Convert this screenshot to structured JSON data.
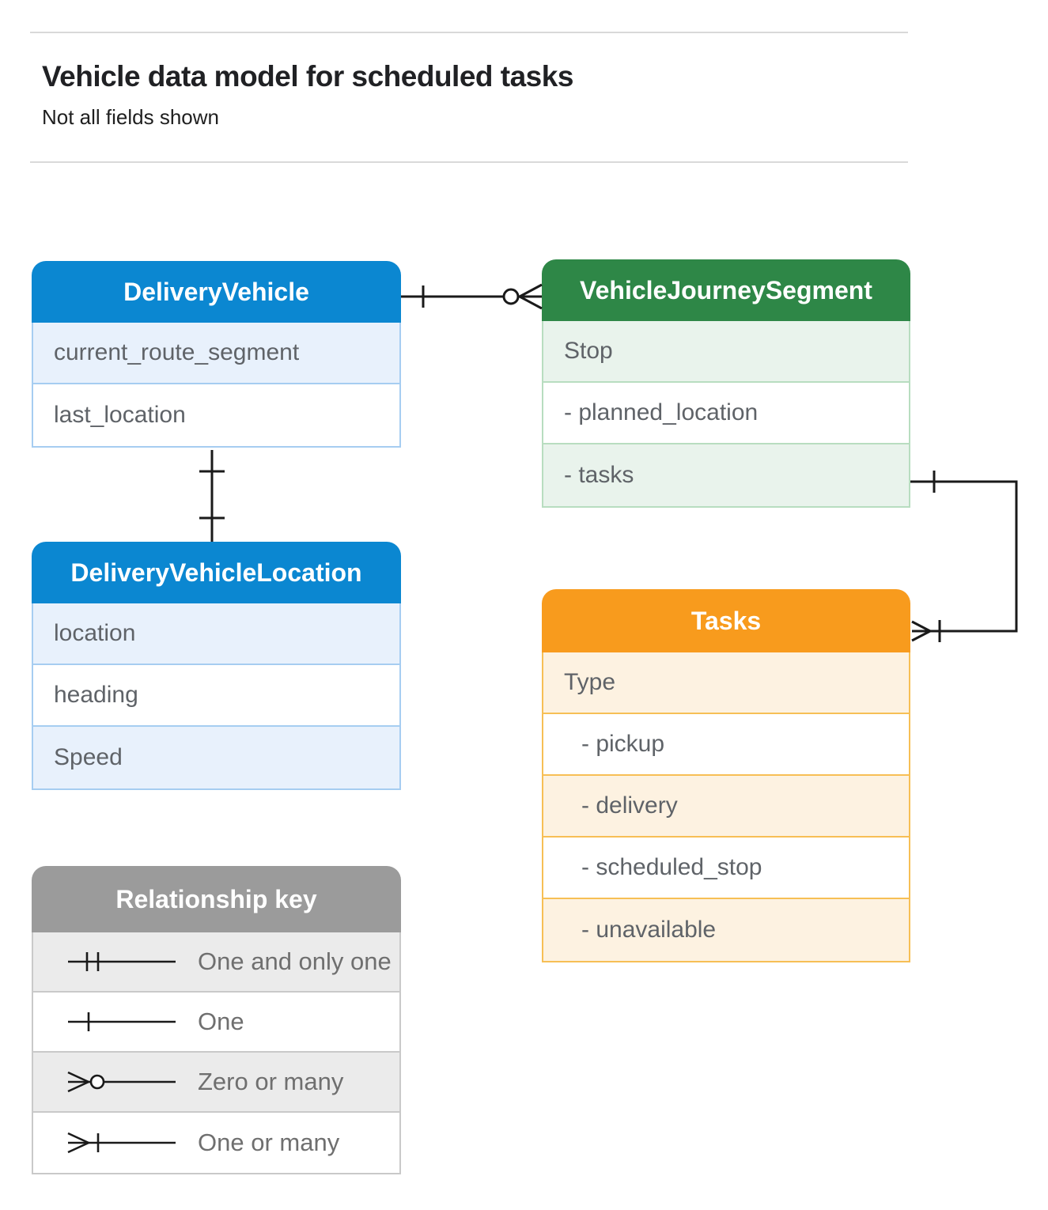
{
  "header": {
    "title": "Vehicle data model for scheduled tasks",
    "subtitle": "Not all fields shown"
  },
  "entities": [
    {
      "title": "DeliveryVehicle",
      "fields": [
        "current_route_segment",
        "last_location"
      ]
    },
    {
      "title": "VehicleJourneySegment",
      "fields": [
        "Stop",
        "- planned_location",
        "- tasks"
      ]
    },
    {
      "title": "DeliveryVehicleLocation",
      "fields": [
        "location",
        "heading",
        "Speed"
      ]
    },
    {
      "title": "Tasks",
      "fields": [
        "Type",
        "- pickup",
        "- delivery",
        "- scheduled_stop",
        "- unavailable"
      ]
    }
  ],
  "legend": {
    "title": "Relationship key",
    "items": [
      {
        "symbol": "one-and-only-one",
        "label": "One and only one"
      },
      {
        "symbol": "one",
        "label": "One"
      },
      {
        "symbol": "zero-or-many",
        "label": "Zero or many"
      },
      {
        "symbol": "one-or-many",
        "label": "One or many"
      }
    ]
  },
  "relationships": [
    {
      "from": "DeliveryVehicle",
      "to": "VehicleJourneySegment",
      "from_end": "one",
      "to_end": "zero-or-many"
    },
    {
      "from": "DeliveryVehicle",
      "to": "DeliveryVehicleLocation",
      "from_end": "one",
      "to_end": "one"
    },
    {
      "from": "VehicleJourneySegment.tasks",
      "to": "Tasks",
      "from_end": "one",
      "to_end": "one-or-many"
    }
  ],
  "colors": {
    "blue_header": "#0b87d1",
    "blue_row": "#e8f1fc",
    "blue_border": "#a6cdf1",
    "green_header": "#2e8747",
    "green_row": "#e9f3ec",
    "green_border": "#b8ddc0",
    "orange_header": "#f89b1d",
    "orange_row": "#fdf2e1",
    "orange_border": "#f7bf55",
    "gray_header": "#9b9b9b",
    "gray_row": "#ebebeb",
    "gray_border": "#c9c9c9",
    "line": "#1a1a1a"
  }
}
